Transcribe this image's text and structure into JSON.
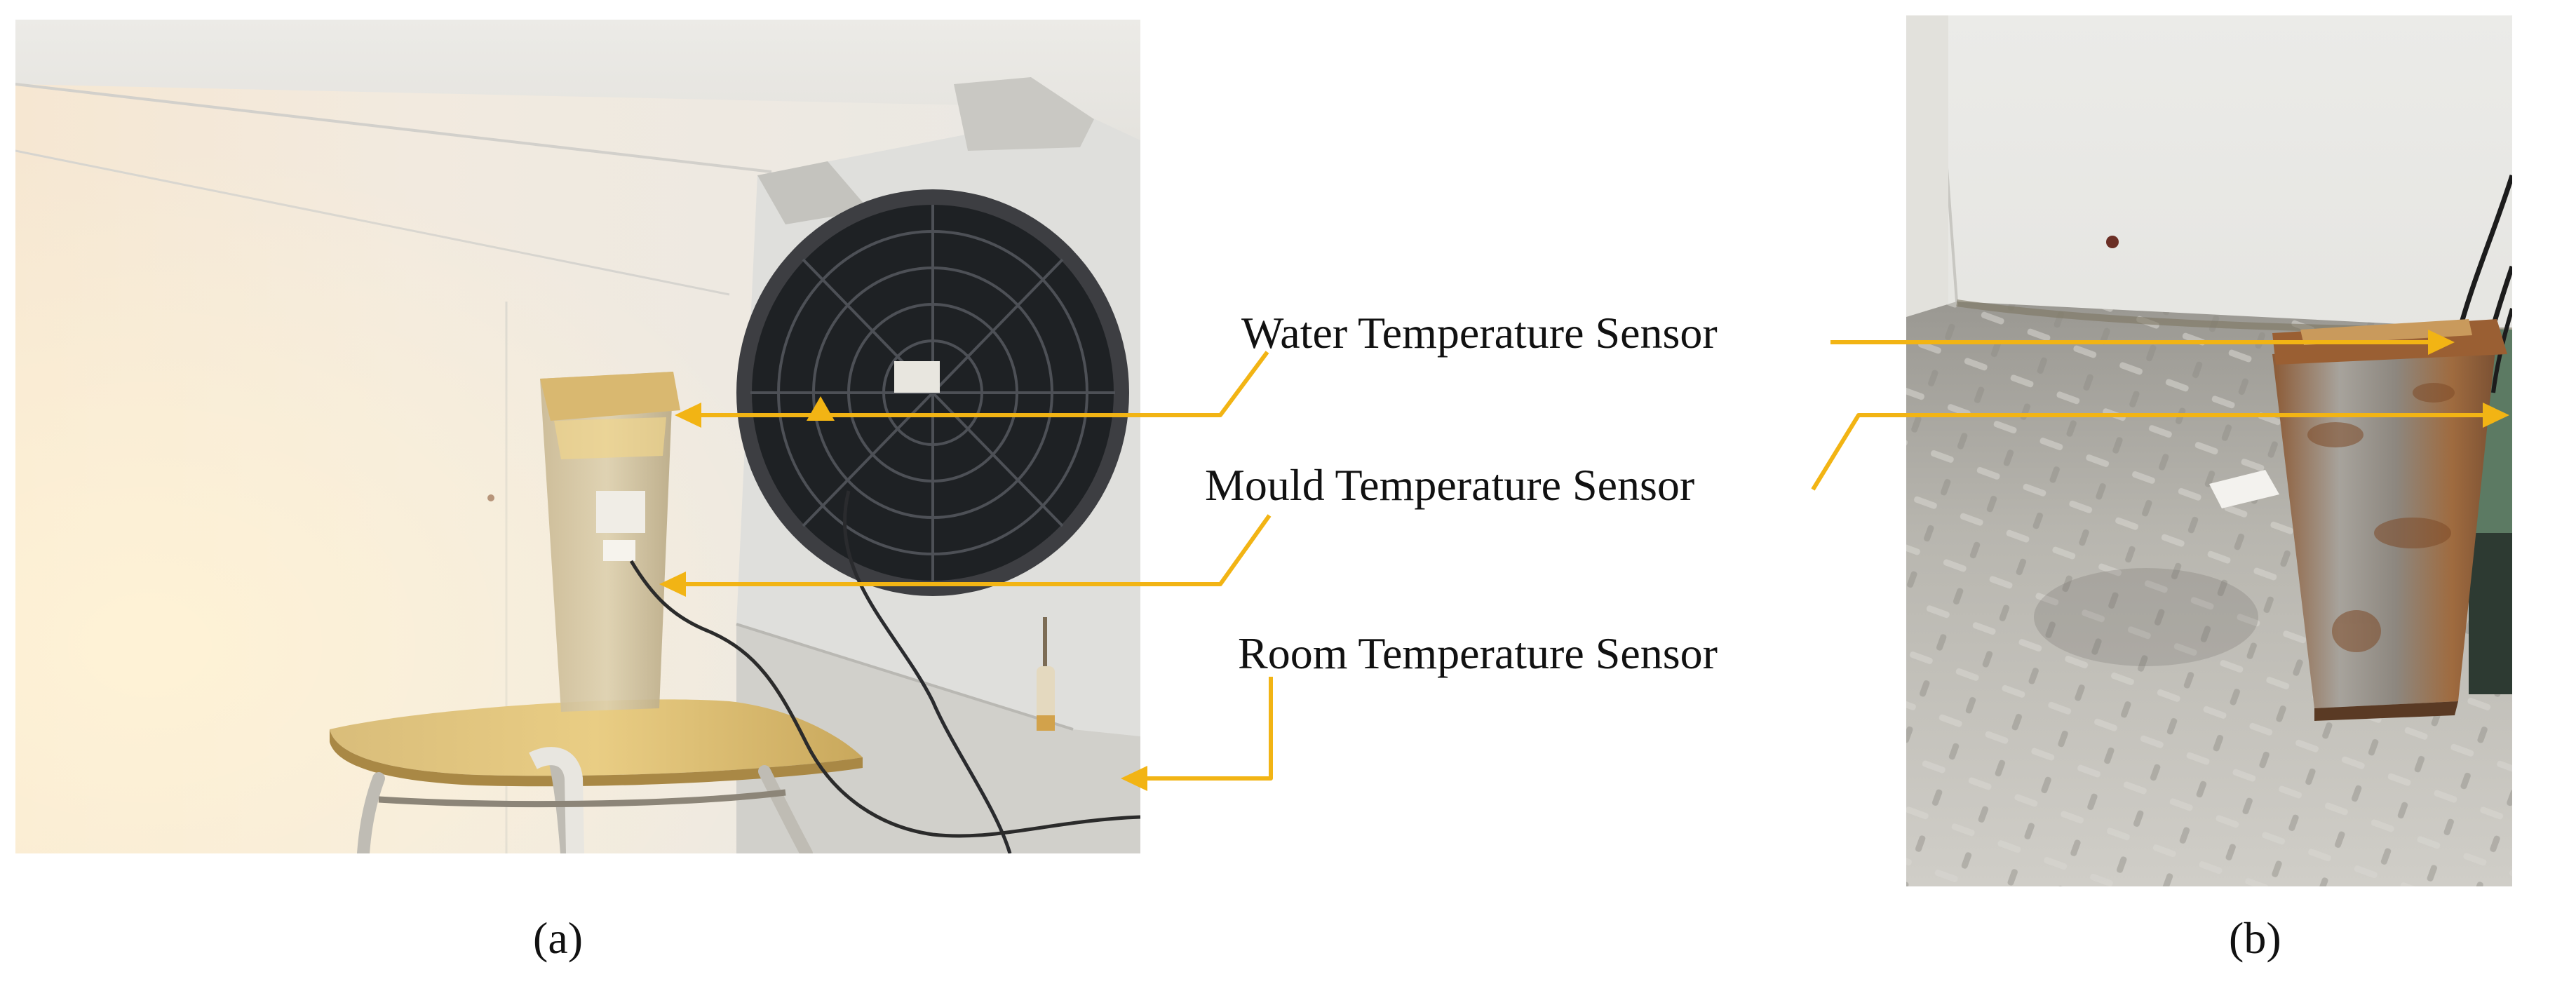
{
  "labels": {
    "water": "Water Temperature Sensor",
    "mould": "Mould Temperature Sensor",
    "room": "Room Temperature Sensor"
  },
  "captions": {
    "a": "(a)",
    "b": "(b)"
  },
  "colors": {
    "arrow": "#f2b414",
    "label_text": "#111111",
    "background": "#ffffff"
  }
}
